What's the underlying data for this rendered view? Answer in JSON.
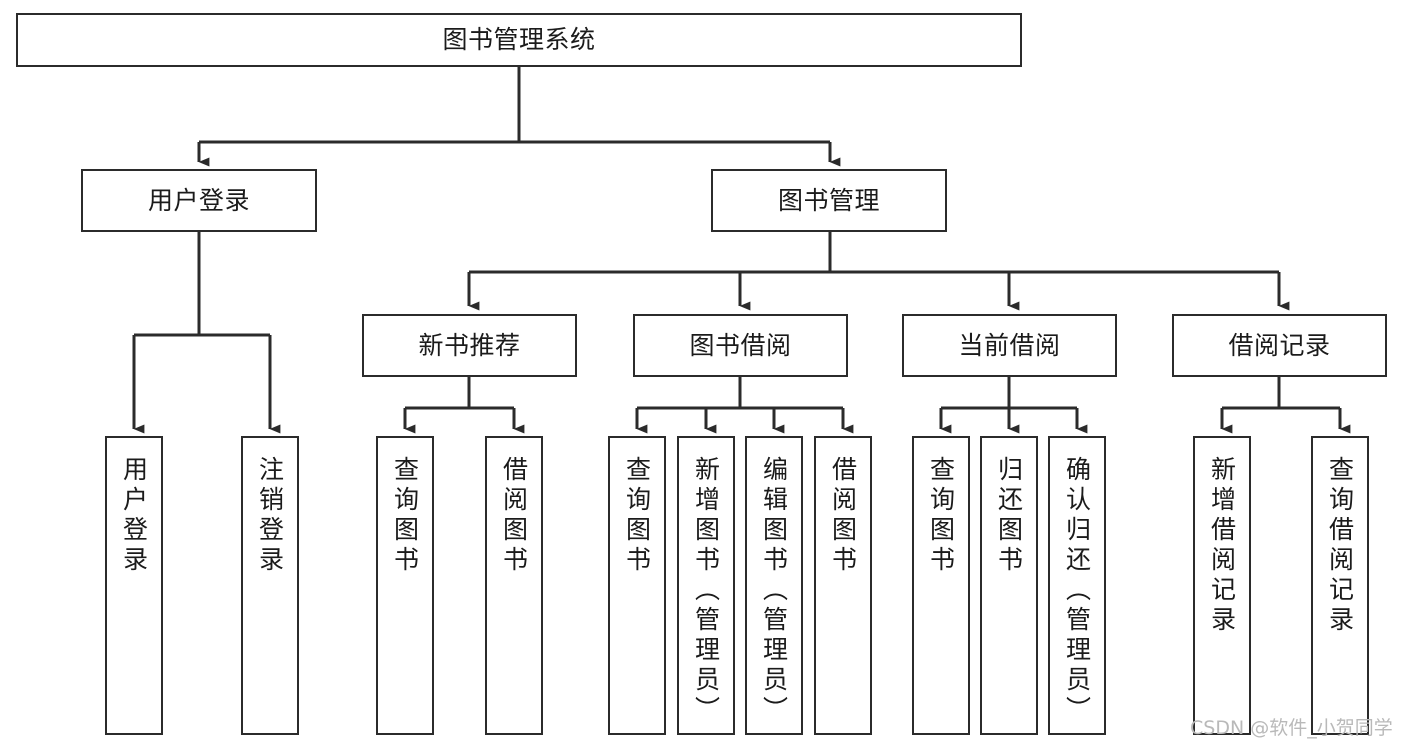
{
  "diagram": {
    "title": "图书管理系统",
    "type": "tree-hierarchy",
    "root": {
      "id": "root",
      "label": "图书管理系统"
    },
    "level1": [
      {
        "id": "user-login",
        "label": "用户登录"
      },
      {
        "id": "book-manage",
        "label": "图书管理"
      }
    ],
    "level2": [
      {
        "id": "new-book-recommend",
        "label": "新书推荐",
        "parent": "book-manage"
      },
      {
        "id": "book-borrow",
        "label": "图书借阅",
        "parent": "book-manage"
      },
      {
        "id": "current-borrow",
        "label": "当前借阅",
        "parent": "book-manage"
      },
      {
        "id": "borrow-record",
        "label": "借阅记录",
        "parent": "book-manage"
      }
    ],
    "leaves": {
      "user-login": [
        {
          "id": "leaf-user-login",
          "label": "用户登录"
        },
        {
          "id": "leaf-user-logout",
          "label": "注销登录"
        }
      ],
      "new-book-recommend": [
        {
          "id": "leaf-query-book-1",
          "label": "查询图书"
        },
        {
          "id": "leaf-borrow-book-1",
          "label": "借阅图书"
        }
      ],
      "book-borrow": [
        {
          "id": "leaf-query-book-2",
          "label": "查询图书"
        },
        {
          "id": "leaf-add-book",
          "label": "新增图书（管理员）"
        },
        {
          "id": "leaf-edit-book",
          "label": "编辑图书（管理员）"
        },
        {
          "id": "leaf-borrow-book-2",
          "label": "借阅图书"
        }
      ],
      "current-borrow": [
        {
          "id": "leaf-query-book-3",
          "label": "查询图书"
        },
        {
          "id": "leaf-return-book",
          "label": "归还图书"
        },
        {
          "id": "leaf-confirm-return",
          "label": "确认归还（管理员）"
        }
      ],
      "borrow-record": [
        {
          "id": "leaf-add-record",
          "label": "新增借阅记录"
        },
        {
          "id": "leaf-query-record",
          "label": "查询借阅记录"
        }
      ]
    }
  },
  "watermark": {
    "text": "CSDN @软件_小贺同学"
  },
  "colors": {
    "stroke": "#2b2b2b",
    "box_fill": "#ffffff",
    "text": "#1b1b1b",
    "watermark": "#b9b9b9",
    "background": "#ffffff"
  }
}
